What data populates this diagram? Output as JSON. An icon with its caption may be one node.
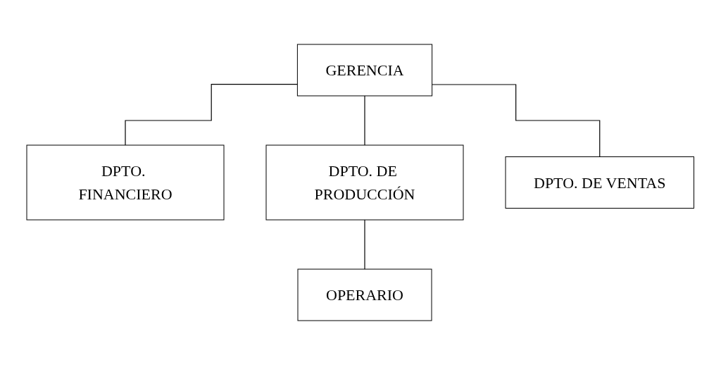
{
  "diagram": {
    "nodes": [
      {
        "text": [
          "GERENCIA"
        ]
      },
      {
        "text": [
          "DPTO. FINANCIERO"
        ]
      },
      {
        "text": [
          "DPTO. DE PRODUCCIÓN"
        ]
      },
      {
        "text": [
          "DPTO. DE VENTAS"
        ]
      },
      {
        "text": [
          "OPERARIO"
        ]
      }
    ],
    "edges": [
      {
        "from": 0,
        "to": 1,
        "arrow": "none"
      },
      {
        "from": 0,
        "to": 2,
        "arrow": "none"
      },
      {
        "from": 0,
        "to": 3,
        "arrow": "none"
      },
      {
        "from": 2,
        "to": 4,
        "arrow": "none"
      }
    ]
  }
}
